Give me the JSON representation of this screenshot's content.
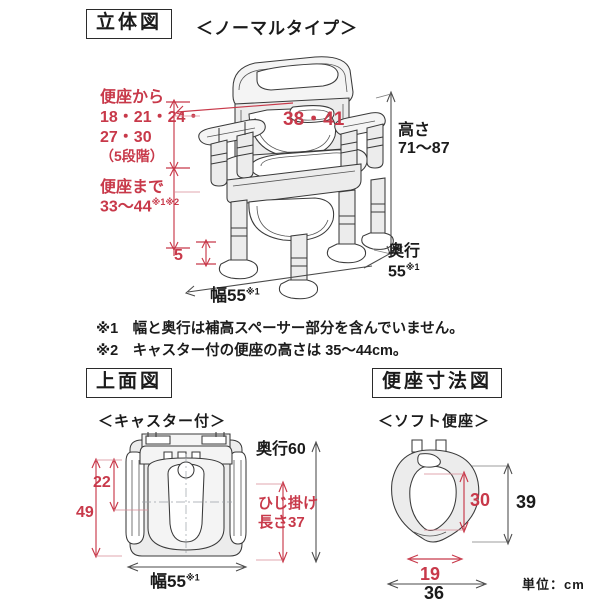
{
  "unit_label": "単位：cm",
  "sections": {
    "solid": {
      "box_label": "立体図",
      "sub_label": "＜ノーマルタイプ＞",
      "annotations": {
        "seat_from_line1": "便座から",
        "seat_from_line2": "18・21・24・",
        "seat_from_line3": "27・30",
        "seat_from_line4": "（5段階）",
        "seat_to_line1": "便座まで",
        "seat_to_line2": "33～44",
        "seat_to_sup": "※1※2",
        "armrest_value": "38・41",
        "caster_value": "5",
        "height_label": "高さ",
        "height_value": "71～87",
        "depth_label": "奥行",
        "depth_value": "55",
        "depth_sup": "※1",
        "width_label": "幅55",
        "width_sup": "※1"
      }
    },
    "footnotes": [
      "※1　幅と奥行は補高スペーサー部分を含んでいません。",
      "※2　キャスター付の便座の高さは 35～44cm。"
    ],
    "top_view": {
      "box_label": "上面図",
      "sub_label": "＜キャスター付＞",
      "annotations": {
        "d22": "22",
        "d49": "49",
        "depth_label": "奥行60",
        "armrest_line1": "ひじ掛け",
        "armrest_line2": "長さ37",
        "width_label": "幅55",
        "width_sup": "※1"
      }
    },
    "seat_view": {
      "box_label": "便座寸法図",
      "sub_label": "＜ソフト便座＞",
      "annotations": {
        "d30": "30",
        "d39": "39",
        "d19": "19",
        "d36": "36"
      }
    }
  },
  "colors": {
    "red": "#c8394a",
    "ink": "#231f20",
    "line": "#3a3a3a"
  }
}
